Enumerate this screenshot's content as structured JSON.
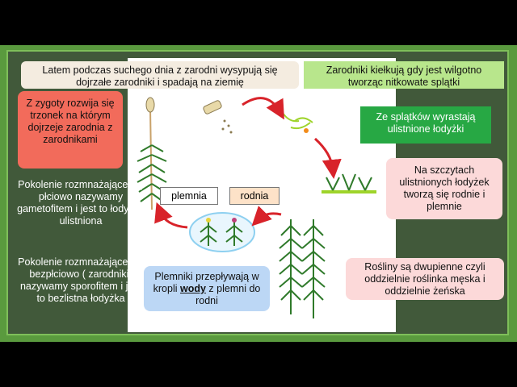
{
  "callouts": {
    "top_left": "Latem podczas suchego dnia z zarodni wysypują się dojrzałe zarodniki i spadają na ziemię",
    "top_right": "Zarodniki kiełkują gdy jest wilgotno tworząc nitkowate splątki",
    "zygote": "Z zygoty rozwija się trzonek na którym dojrzeje zarodnia z zarodnikami",
    "shoots": "Ze splątków wyrastają ulistnione łodyżki",
    "tips": "Na szczytach ulistnionych łodyżek tworzą się rodnie i plemnie",
    "sperm_prefix": "Plemniki przepływają w kropli",
    "sperm_bold": "wody",
    "sperm_suffix": "z plemni do rodni",
    "dioecious": "Rośliny są dwupienne czyli oddzielnie roślinka męska i oddzielnie żeńska"
  },
  "labels": {
    "male": "plemnia",
    "female": "rodnia"
  },
  "side_text": {
    "gametophyte": "Pokolenie rozmnażające się płciowo nazywamy gametofitem i jest to łodyżka ulistniona",
    "sporophyte": "Pokolenie rozmnażające się bezpłciowo ( zarodniki) nazywamy sporofitem i jest to bezlistna łodyżka"
  },
  "colors": {
    "frame": "#5a9a3e",
    "board": "#41593a",
    "red_callout": "#f26b5b",
    "green_callout": "#27a844",
    "light_green_callout": "#b8e68c",
    "pink_callout": "#fcd9d9",
    "blue_callout": "#bcd7f5",
    "beige_callout": "#f4ece0",
    "peach_label": "#fde2c8",
    "arrow": "#d8232a"
  }
}
